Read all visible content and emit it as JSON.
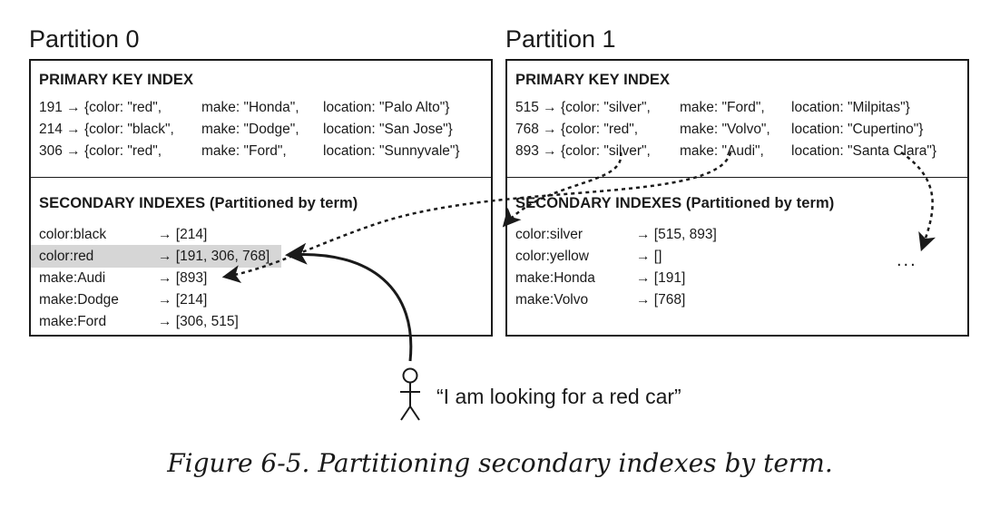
{
  "partitions": [
    {
      "title": "Partition 0",
      "primary_heading": "PRIMARY KEY INDEX",
      "records": [
        {
          "id": "191 → {color: \"red\",",
          "make": "make: \"Honda\",",
          "location": "location: \"Palo Alto\"}"
        },
        {
          "id": "214 → {color: \"black\",",
          "make": "make: \"Dodge\",",
          "location": "location: \"San Jose\"}"
        },
        {
          "id": "306 → {color: \"red\",",
          "make": "make: \"Ford\",",
          "location": "location: \"Sunnyvale\"}"
        }
      ],
      "secondary_heading": "SECONDARY INDEXES (Partitioned by term)",
      "index_entries": [
        {
          "term": "color:black",
          "ids": "→ [214]"
        },
        {
          "term": "color:red",
          "ids": "→ [191, 306, 768]"
        },
        {
          "term": "make:Audi",
          "ids": "→ [893]"
        },
        {
          "term": "make:Dodge",
          "ids": "→ [214]"
        },
        {
          "term": "make:Ford",
          "ids": "→ [306, 515]"
        }
      ]
    },
    {
      "title": "Partition 1",
      "primary_heading": "PRIMARY KEY INDEX",
      "records": [
        {
          "id": "515 → {color: \"silver\",",
          "make": "make: \"Ford\",",
          "location": "location: \"Milpitas\"}"
        },
        {
          "id": "768 → {color: \"red\",",
          "make": "make: \"Volvo\",",
          "location": "location: \"Cupertino\"}"
        },
        {
          "id": "893 → {color: \"silver\",",
          "make": "make: \"Audi\",",
          "location": "location: \"Santa Clara\"}"
        }
      ],
      "secondary_heading": "SECONDARY INDEXES (Partitioned by term)",
      "index_entries": [
        {
          "term": "color:silver",
          "ids": "→ [515, 893]"
        },
        {
          "term": "color:yellow",
          "ids": "→ []"
        },
        {
          "term": "make:Honda",
          "ids": "→ [191]"
        },
        {
          "term": "make:Volvo",
          "ids": "→ [768]"
        }
      ],
      "ellipsis": "..."
    }
  ],
  "query_text": "“I am looking for a red car”",
  "caption": "Figure 6-5. Partitioning secondary indexes by term.",
  "colors": {
    "highlight": "#d6d6d6",
    "ink": "#1a1a1a"
  },
  "icons": [
    "person-icon"
  ]
}
